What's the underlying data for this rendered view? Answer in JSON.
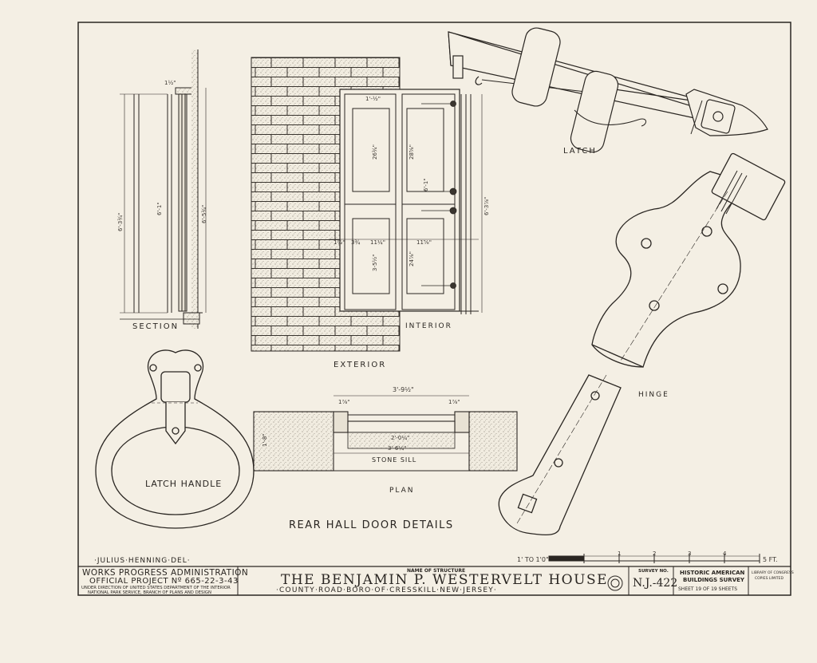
{
  "sheet": {
    "drawing_title": "REAR HALL DOOR DETAILS",
    "draftsman": "·JULIUS·HENNING·DEL·",
    "labels": {
      "section": "SECTION",
      "exterior": "EXTERIOR",
      "interior": "INTERIOR",
      "latch": "LATCH",
      "hinge": "HINGE",
      "latch_handle": "LATCH HANDLE",
      "plan": "PLAN",
      "stone_sill": "STONE SILL"
    },
    "dimensions": {
      "section_overall": "6'-3¾\"",
      "section_door": "6'-1\"",
      "section_right": "6'-5¾\"",
      "section_top": "1½\"",
      "elev_top": "1'-½\"",
      "elev_upper_panel": "26¾\"",
      "elev_upper_panel_r": "28⅝\"",
      "elev_height_r": "6'-1\"",
      "elev_overall_r": "6'-3⅞\"",
      "elev_lower_panel": "3-5½\"",
      "elev_lower_panel_r": "24⅞\"",
      "elev_w1": "1½\"",
      "elev_w2": "3¾",
      "elev_w3": "11¼\"",
      "elev_w4": "11⅝\"",
      "plan_overall": "3'-9½\"",
      "plan_left": "1⅞\"",
      "plan_right": "1⅞\"",
      "plan_inner": "2'-0¼\"",
      "plan_opening": "3'-6¼\"",
      "plan_wall": "1'-8\""
    },
    "scale": {
      "left": "1' TO 1'0\"",
      "marks": [
        "1",
        "2",
        "3",
        "4"
      ],
      "right": "5 FT."
    }
  },
  "title_block": {
    "agency_line1": "WORKS PROGRESS ADMINISTRATION",
    "agency_line2": "OFFICIAL PROJECT Nº 665-22-3-43",
    "agency_line3": "UNDER DIRECTION OF UNITED STATES DEPARTMENT OF THE INTERIOR",
    "agency_line4": "NATIONAL PARK SERVICE, BRANCH OF PLANS AND DESIGN",
    "name_caption": "NAME OF STRUCTURE",
    "structure_name": "THE BENJAMIN P. WESTERVELT HOUSE",
    "location": "·COUNTY·ROAD·BORO·OF·CRESSKILL·NEW·JERSEY·",
    "survey_caption": "SURVEY NO.",
    "survey_no": "N.J.-422",
    "habs_line1": "HISTORIC AMERICAN",
    "habs_line2": "BUILDINGS SURVEY",
    "sheet_count": "SHEET 19 OF 19 SHEETS",
    "copyright_line1": "LIBRARY OF CONGRESS",
    "copyright_line2": "COPIES LIMITED"
  }
}
